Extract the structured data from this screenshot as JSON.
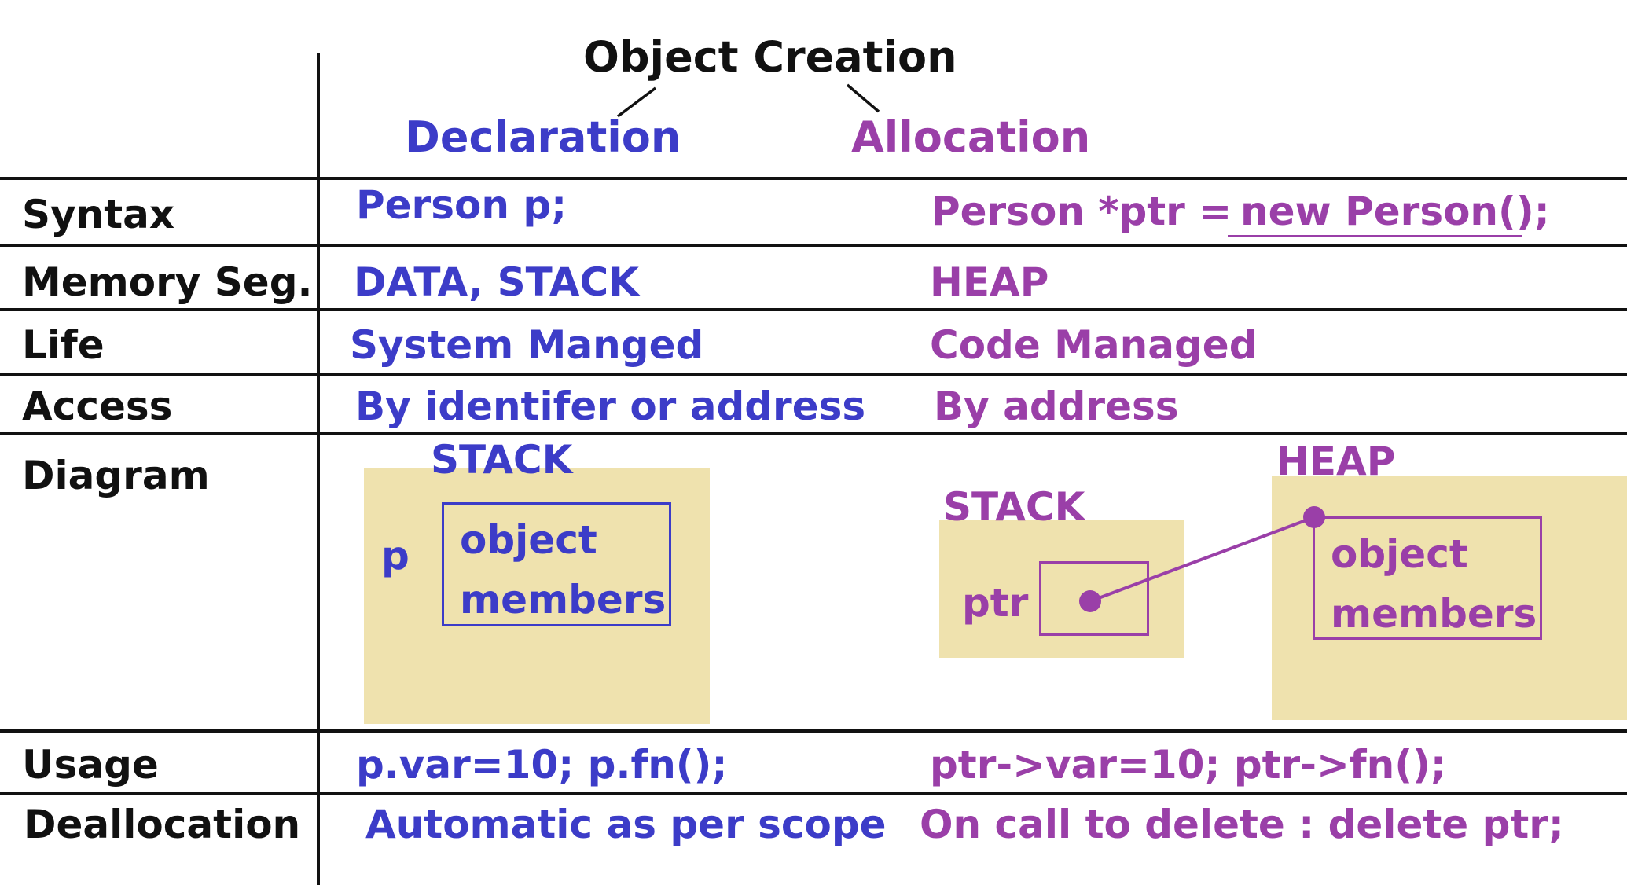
{
  "title": "Object Creation",
  "columns": {
    "declaration": "Declaration",
    "allocation": "Allocation"
  },
  "rows": [
    {
      "label": "Syntax",
      "declaration": "Person p;",
      "allocation": "Person *ptr  =",
      "allocation_extra": "new Person();"
    },
    {
      "label": "Memory Seg.",
      "declaration": "DATA, STACK",
      "allocation": "HEAP"
    },
    {
      "label": "Life",
      "declaration": "System Manged",
      "allocation": "Code Managed"
    },
    {
      "label": "Access",
      "declaration": "By identifer or address",
      "allocation": "By address"
    },
    {
      "label": "Diagram"
    },
    {
      "label": "Usage",
      "declaration": "p.var=10; p.fn();",
      "allocation": "ptr->var=10; ptr->fn();"
    },
    {
      "label": "Deallocation",
      "declaration": "Automatic as per scope",
      "allocation": "On call to delete : delete ptr;"
    }
  ],
  "diagram": {
    "declaration": {
      "segment": "STACK",
      "var": "p",
      "object_line1": "object",
      "object_line2": "members"
    },
    "allocation": {
      "stack_segment": "STACK",
      "pointer": "ptr",
      "heap_segment": "HEAP",
      "object_line1": "object",
      "object_line2": "members"
    }
  },
  "colors": {
    "declaration": "#3c3cc8",
    "allocation": "#9a3fa8",
    "segment_fill": "#efe2ae",
    "ink": "#111111"
  }
}
